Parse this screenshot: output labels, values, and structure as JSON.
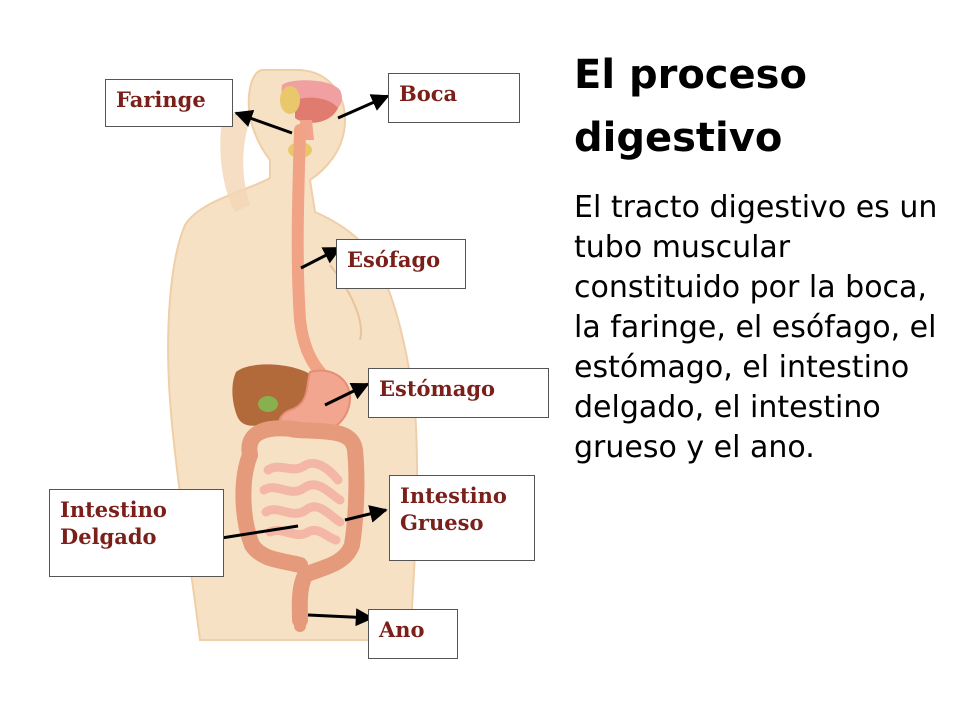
{
  "title": "El proceso digestivo",
  "body": "El tracto digestivo es un tubo muscular constituido  por la boca, la faringe, el esófago, el estómago, el intestino delgado, el intestino grueso y el ano.",
  "labels": {
    "faringe": "Faringe",
    "boca": "Boca",
    "esofago": "Esófago",
    "estomago": "Estómago",
    "intestino_delgado": "Intestino\nDelgado",
    "intestino_grueso": "Intestino\nGrueso",
    "ano": "Ano"
  },
  "colors": {
    "label_text": "#7a1f1a",
    "skin": "#f6dfc0",
    "esophagus": "#f2a88a",
    "stomach": "#f3a790",
    "liver": "#b5693a",
    "large_intestine": "#e59a7c",
    "small_intestine": "#f4b9a9"
  }
}
